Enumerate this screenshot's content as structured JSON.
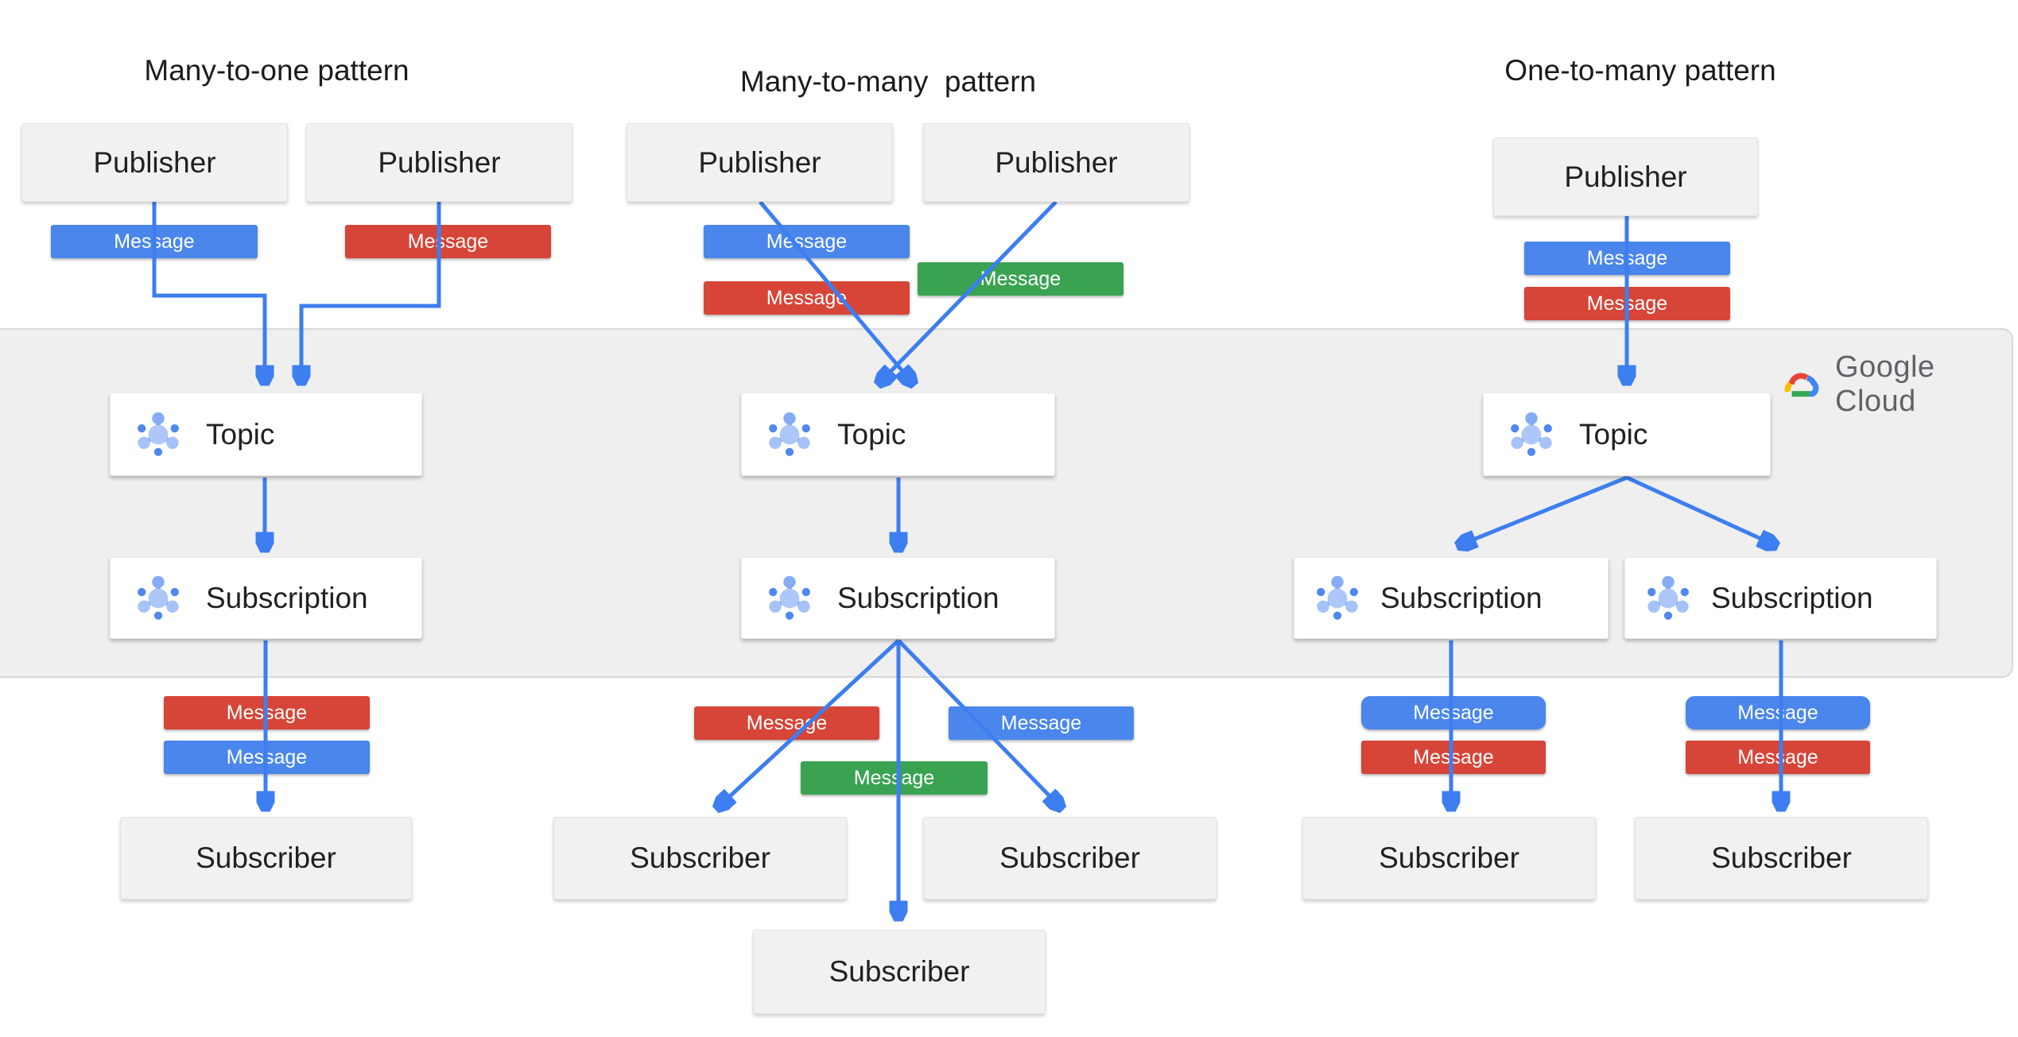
{
  "patterns": [
    {
      "title": "Many-to-one pattern"
    },
    {
      "title": "Many-to-many  pattern"
    },
    {
      "title": "One-to-many pattern"
    }
  ],
  "labels": {
    "publisher": "Publisher",
    "topic": "Topic",
    "subscription": "Subscription",
    "subscriber": "Subscriber",
    "message": "Message"
  },
  "logo": {
    "text": "Google Cloud"
  },
  "icons": {
    "pubsub": "pubsub-cluster-icon",
    "cloud": "google-cloud-icon"
  },
  "colors": {
    "message_blue": "#4a86ec",
    "message_red": "#d64537",
    "message_green": "#3aa352",
    "arrow_blue": "#3d7ef0",
    "band_gray": "#efefef",
    "logo_text_gray": "#5f6368"
  }
}
